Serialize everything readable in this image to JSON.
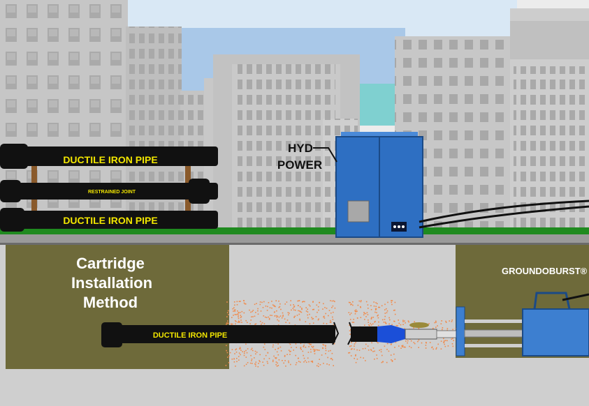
{
  "labels": {
    "pipe_top": "DUCTILE IRON PIPE",
    "restrained_joint": "RESTRAINED JOINT",
    "pipe_bottom": "DUCTILE IRON PIPE",
    "hyd_line1": "HYD",
    "hyd_line2": "POWER",
    "method_line1": "Cartridge",
    "method_line2": "Installation",
    "method_line3": "Method",
    "groundoburst": "GROUNDOBURST®",
    "pipe_underground": "DUCTILE IRON PIPE"
  },
  "colors": {
    "sky": "#a9c8e8",
    "building_light": "#c9c9c9",
    "building_mid": "#bdbdbd",
    "window": "#a7a7a7",
    "grass": "#1f8a1f",
    "soil": "#cfcfcf",
    "pit": "#6e6a3a",
    "pipe": "#111111",
    "pipe_text": "#f2e600",
    "power_unit": "#2e6fc2",
    "burst_spray": "#f08a4b",
    "bursting_head": "#1b4fd8",
    "machine": "#3d7fd0"
  },
  "icons": {
    "burst_debris": "orange-particle-spray",
    "expander": "cone-bursting-head"
  }
}
